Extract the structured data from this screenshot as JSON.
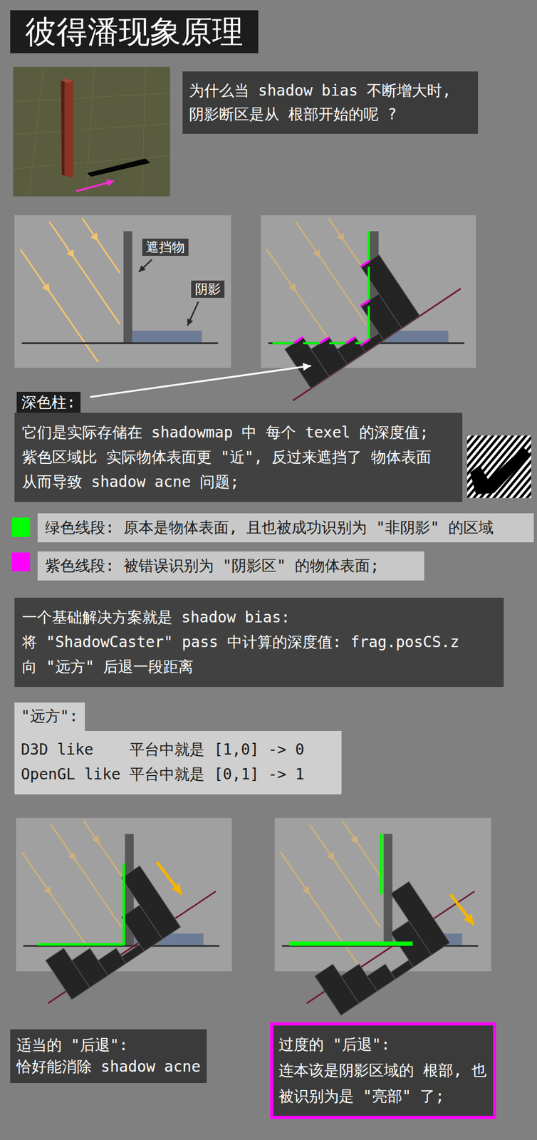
{
  "diagram": {
    "title": "彼得潘现象原理",
    "nodes": [
      {
        "text": [
          "为什么当 shadow bias 不断增大时, 阴影断区是从 根部开始的呢 ?"
        ]
      },
      {
        "text": [
          "遮挡物"
        ]
      },
      {
        "text": [
          "阴影"
        ]
      },
      {
        "text": [
          "深色柱:"
        ]
      },
      {
        "text": [
          "它们是实际存储在 shadowmap 中 每个 texel 的深度值; 紫色区域比 实际物体表面更 \"近\", 反过来遮挡了 物体表面 从而导致 shadow acne 问题;"
        ]
      },
      {
        "text": [
          "一个基础解决方案就是 shadow bias:",
          "将 \"ShadowCaster\" pass 中计算的深度值: frag.posCS.z 向 \"远方\" 后退一段距离"
        ]
      },
      {
        "text": [
          "\"远方\":",
          "D3D like    平台中就是 [1,0] -> 0",
          "OpenGL like 平台中就是 [0,1] -> 1"
        ]
      },
      {
        "text": [
          "适当的 \"后退\":",
          "恰好能消除 shadow acne"
        ]
      },
      {
        "text": [
          "过度的 \"后退\":",
          "连本该是阴影区域的 根部, 也被识别为是 \"亮部\" 了;"
        ]
      }
    ],
    "legend": [
      {
        "text": "绿色线段: 原本是物体表面, 且也被成功识别为 \"非阴影\" 的区域",
        "color": "#00ff00"
      },
      {
        "text": "紫色线段: 被错误识别为 \"阴影区\" 的物体表面;",
        "color": "#ff00ff"
      }
    ]
  }
}
